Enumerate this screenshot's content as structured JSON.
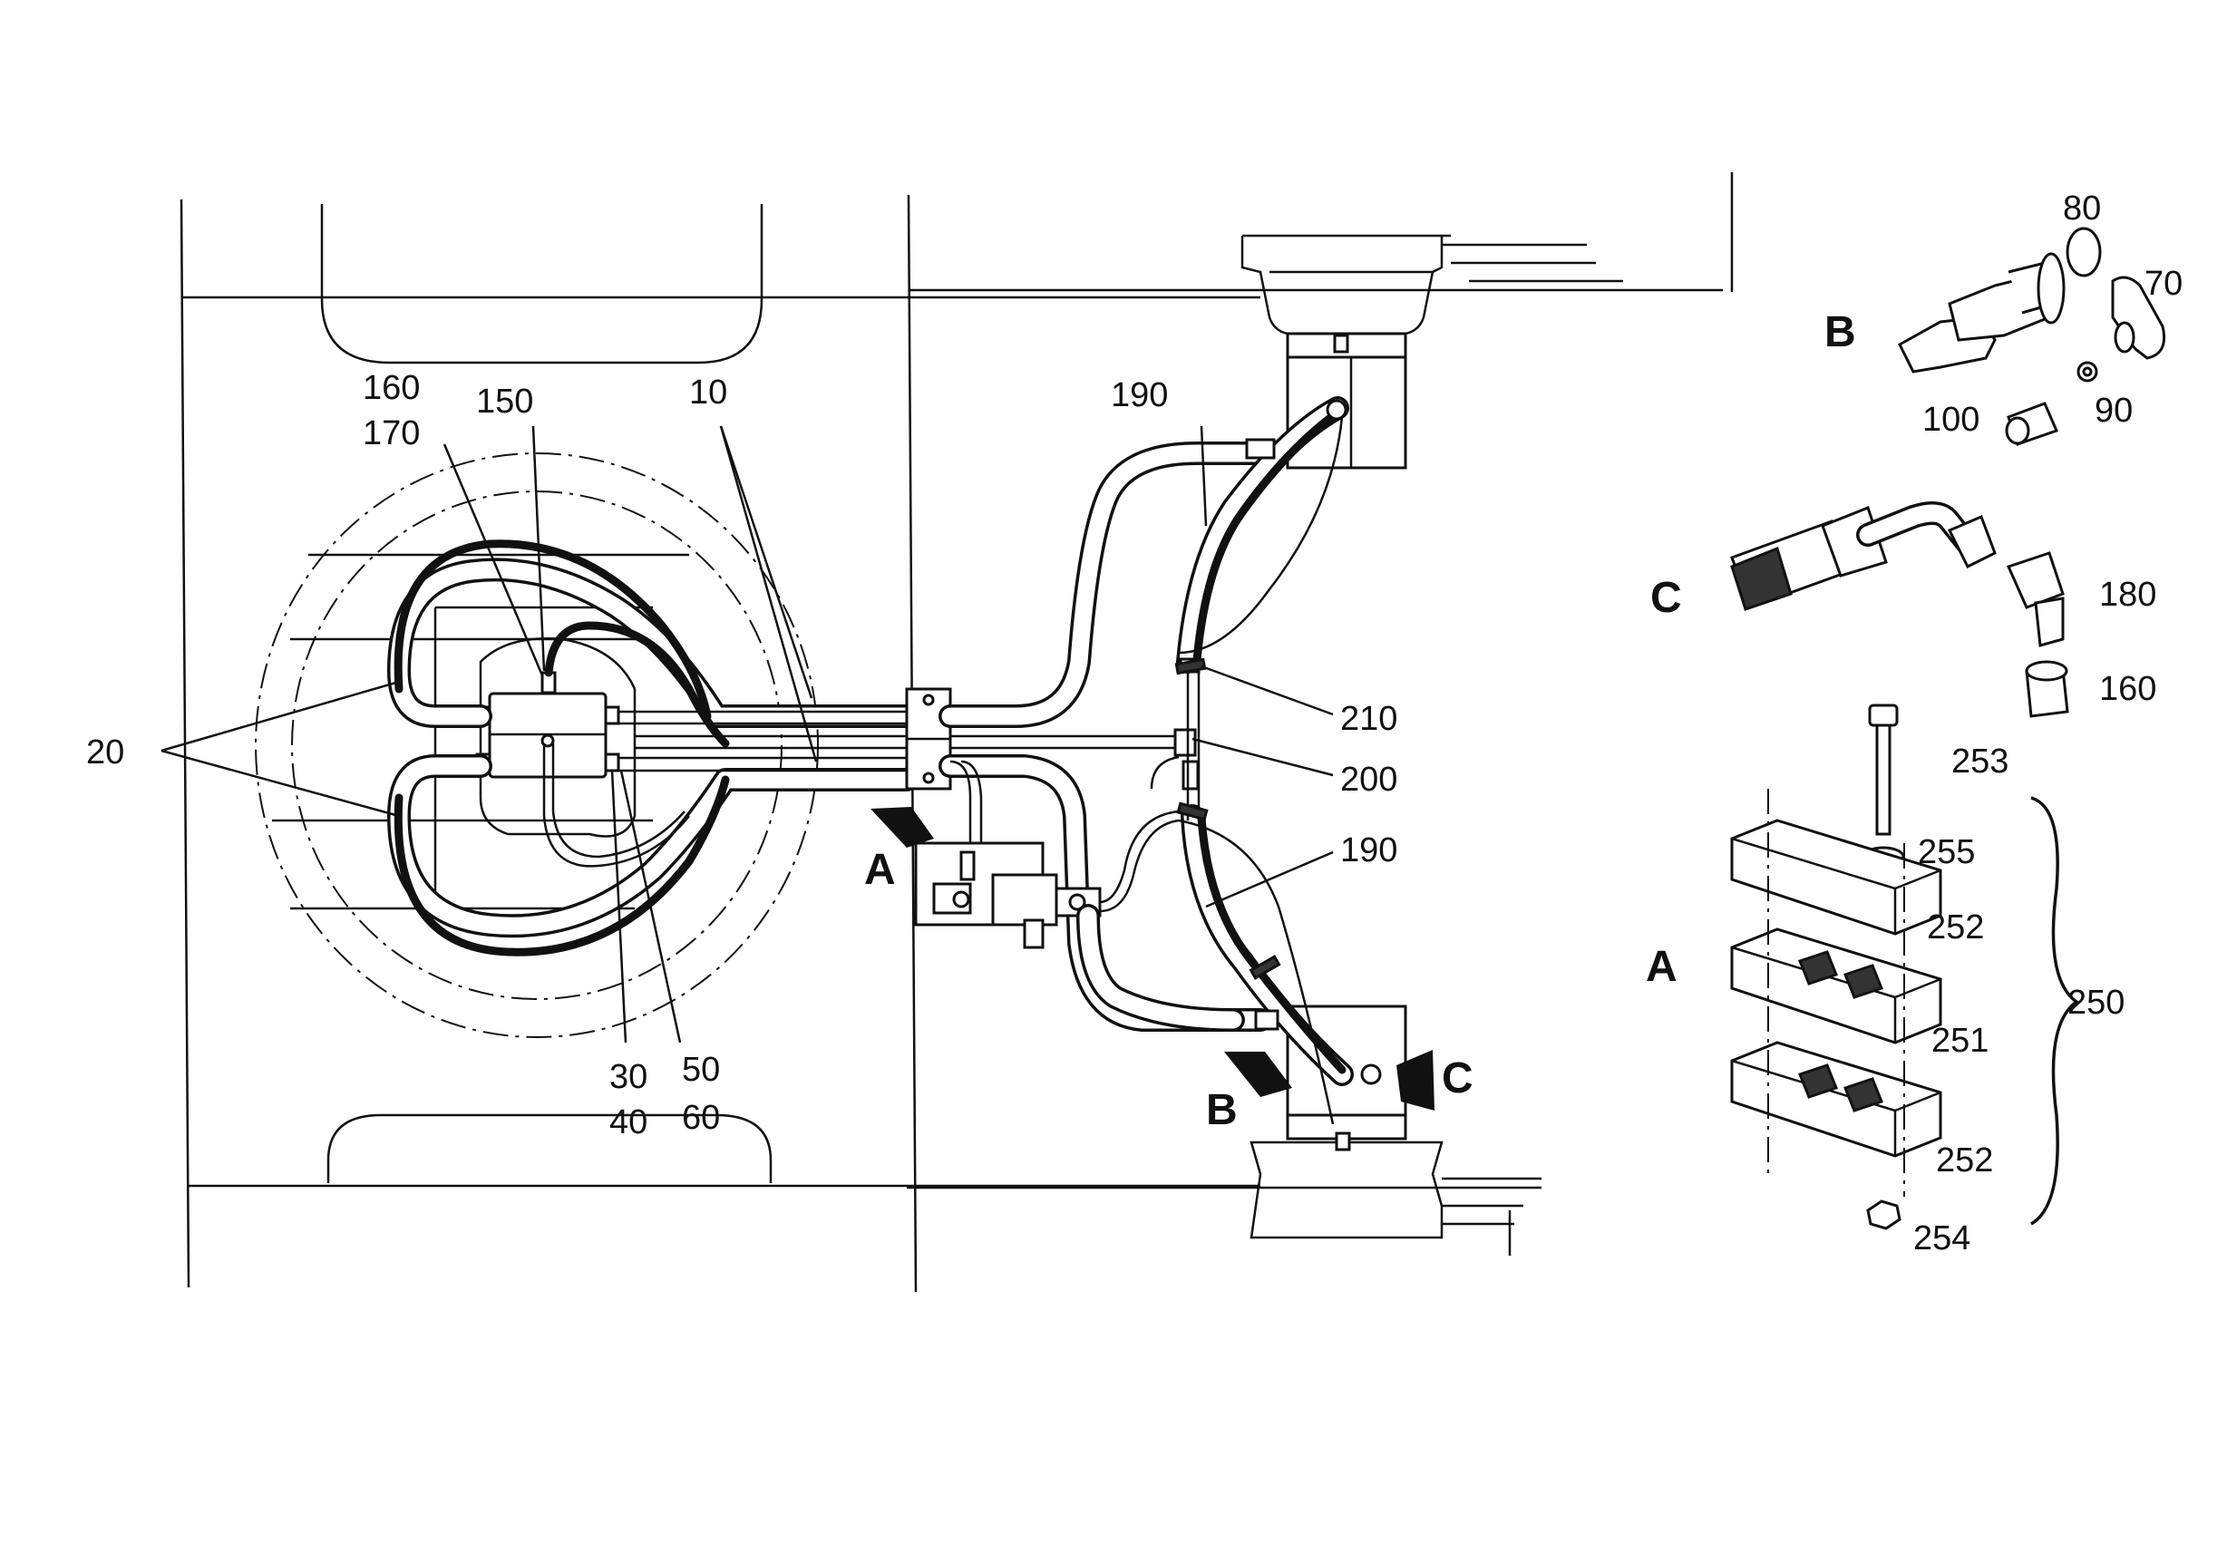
{
  "callouts": {
    "n160a": "160",
    "n170": "170",
    "n150": "150",
    "n10": "10",
    "n20": "20",
    "n30": "30",
    "n40": "40",
    "n50": "50",
    "n60": "60",
    "n190a": "190",
    "n190b": "190",
    "n210": "210",
    "n200": "200",
    "n80": "80",
    "n70": "70",
    "n100": "100",
    "n90": "90",
    "n180": "180",
    "n160b": "160",
    "n253": "253",
    "n255": "255",
    "n252a": "252",
    "n251": "251",
    "n252b": "252",
    "n250": "250",
    "n254": "254"
  },
  "view_letters": {
    "a_main": "A",
    "b_main": "B",
    "c_main": "C",
    "b_detail": "B",
    "c_detail": "C",
    "a_detail": "A"
  }
}
